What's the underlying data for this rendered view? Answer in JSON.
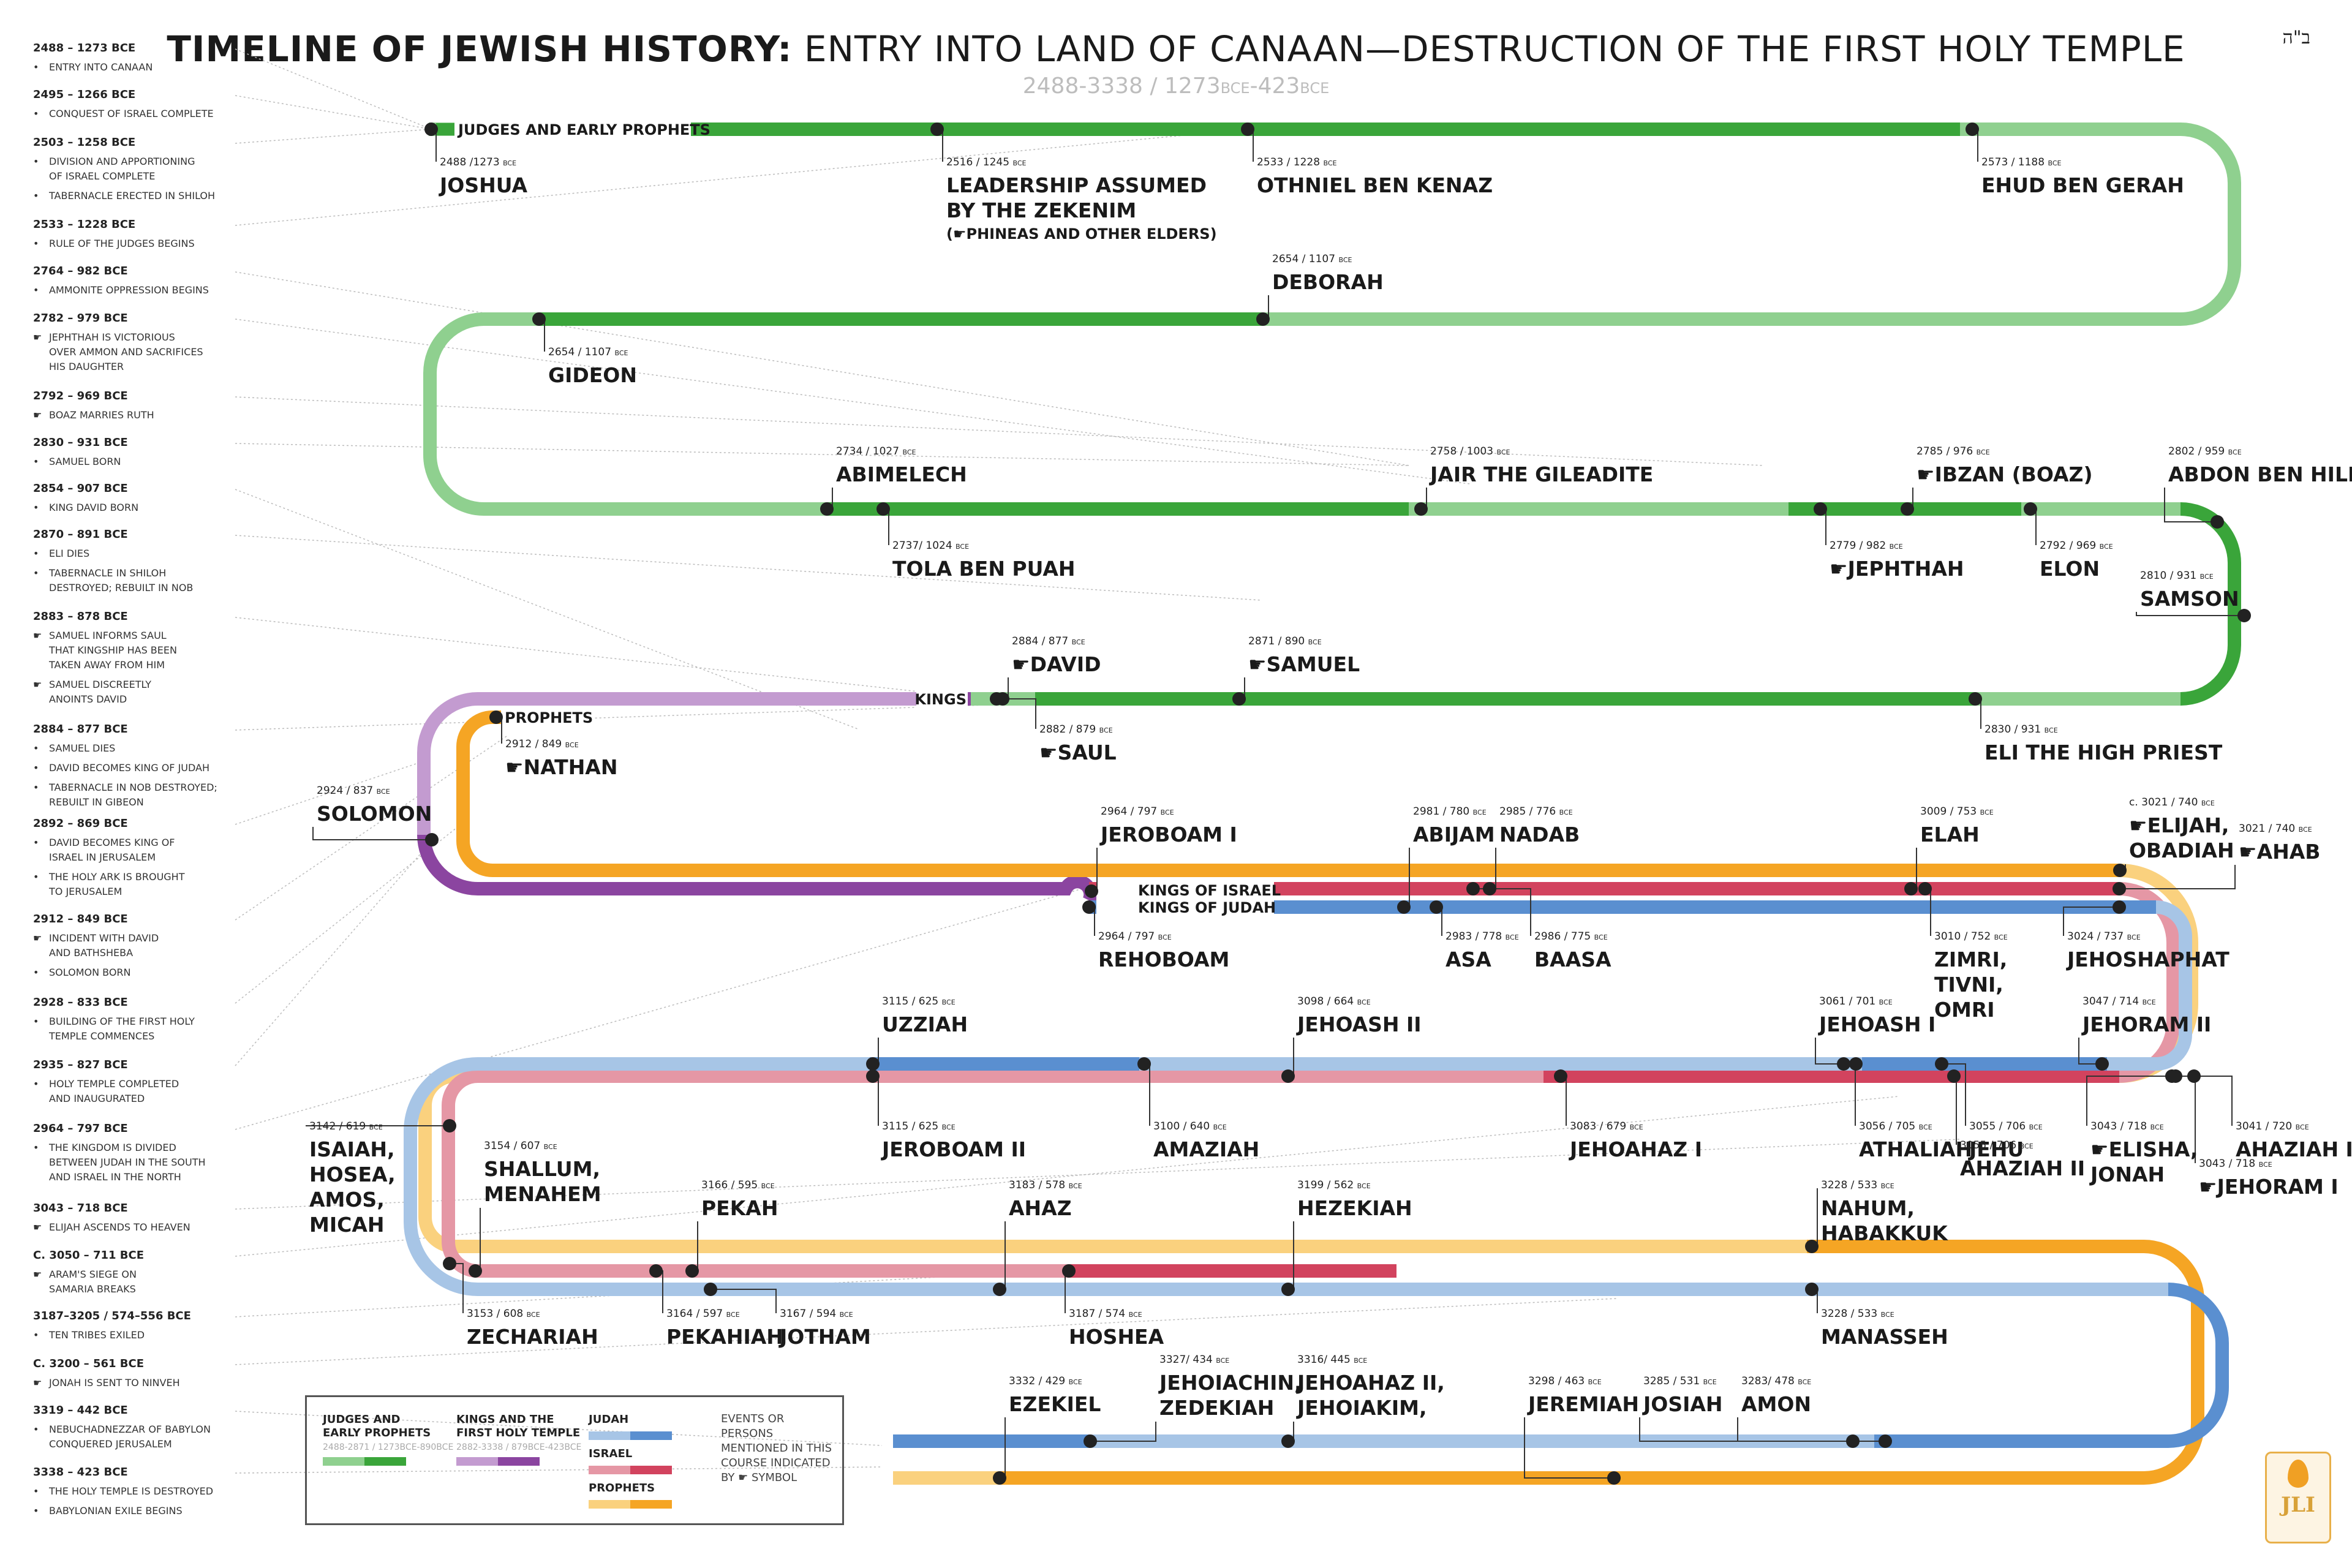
{
  "title": {
    "bold": "TIMELINE OF JEWISH HISTORY:",
    "rest": " ENTRY INTO LAND OF CANAAN—DESTRUCTION OF THE FIRST HOLY TEMPLE"
  },
  "subtitle": {
    "hebrew_years": "2488-3338",
    "sep": " / ",
    "ce_a": "1273",
    "ce_a_unit": "BCE",
    "dash": "-",
    "ce_b": "423",
    "ce_b_unit": "BCE"
  },
  "bh_mark": "ב\"ה",
  "logo_text": "JLI",
  "colors": {
    "judges_light": "#8fd08f",
    "judges_dark": "#3aa53a",
    "kings_light": "#c39bd0",
    "kings_dark": "#8b45a0",
    "judah_light": "#a7c5e6",
    "judah_dark": "#5a8fd0",
    "israel_light": "#e597a5",
    "israel_dark": "#d2435e",
    "prophets_light": "#fad17e",
    "prophets_dark": "#f5a524",
    "dot": "#222222",
    "ink": "#1a1a1a",
    "guide": "#bbbbbb"
  },
  "track_labels": {
    "judges": "JUDGES AND EARLY PROPHETS",
    "kings": "KINGS",
    "prophets": "PROPHETS",
    "israel": "KINGS OF ISRAEL",
    "judah": "KINGS OF JUDAH"
  },
  "sidebar": [
    {
      "date": "2488 – 1273 BCE",
      "items": [
        {
          "text": "ENTRY INTO CANAAN",
          "hand": false
        }
      ]
    },
    {
      "date": "2495 – 1266 BCE",
      "items": [
        {
          "text": "CONQUEST OF ISRAEL COMPLETE",
          "hand": false
        }
      ]
    },
    {
      "date": "2503 – 1258 BCE",
      "items": [
        {
          "text": "DIVISION AND APPORTIONING\nOF ISRAEL COMPLETE",
          "hand": false
        },
        {
          "text": "TABERNACLE ERECTED IN SHILOH",
          "hand": false
        }
      ]
    },
    {
      "date": "2533 – 1228 BCE",
      "items": [
        {
          "text": "RULE OF THE JUDGES BEGINS",
          "hand": false
        }
      ]
    },
    {
      "date": "2764 – 982 BCE",
      "items": [
        {
          "text": "AMMONITE OPPRESSION BEGINS",
          "hand": false
        }
      ]
    },
    {
      "date": "2782 – 979 BCE",
      "items": [
        {
          "text": "JEPHTHAH IS VICTORIOUS\nOVER AMMON AND SACRIFICES\nHIS DAUGHTER",
          "hand": true
        }
      ]
    },
    {
      "date": "2792 – 969 BCE",
      "items": [
        {
          "text": "BOAZ MARRIES RUTH",
          "hand": true
        }
      ]
    },
    {
      "date": "2830 – 931 BCE",
      "items": [
        {
          "text": "SAMUEL  BORN",
          "hand": false
        }
      ]
    },
    {
      "date": "2854 – 907 BCE",
      "items": [
        {
          "text": "KING DAVID BORN",
          "hand": false
        }
      ]
    },
    {
      "date": "2870 – 891 BCE",
      "items": [
        {
          "text": "ELI DIES",
          "hand": false
        },
        {
          "text": "TABERNACLE IN SHILOH\nDESTROYED; REBUILT IN NOB",
          "hand": false
        }
      ]
    },
    {
      "date": "2883 – 878 BCE",
      "items": [
        {
          "text": "SAMUEL INFORMS SAUL\nTHAT KINGSHIP HAS BEEN\nTAKEN AWAY FROM HIM",
          "hand": true
        },
        {
          "text": "SAMUEL DISCREETLY\nANOINTS DAVID",
          "hand": true
        }
      ]
    },
    {
      "date": "2884 – 877 BCE",
      "items": [
        {
          "text": "SAMUEL DIES",
          "hand": false
        },
        {
          "text": "DAVID BECOMES KING OF JUDAH",
          "hand": false
        },
        {
          "text": "TABERNACLE IN NOB DESTROYED;\nREBUILT IN GIBEON",
          "hand": false
        }
      ]
    },
    {
      "date": "2892 – 869 BCE",
      "items": [
        {
          "text": "DAVID BECOMES KING OF\nISRAEL IN JERUSALEM",
          "hand": false
        },
        {
          "text": "THE HOLY ARK IS BROUGHT\nTO JERUSALEM",
          "hand": false
        }
      ]
    },
    {
      "date": "2912 – 849 BCE",
      "items": [
        {
          "text": "INCIDENT WITH DAVID\nAND BATHSHEBA",
          "hand": true
        },
        {
          "text": "SOLOMON BORN",
          "hand": false
        }
      ]
    },
    {
      "date": "2928 – 833 BCE",
      "items": [
        {
          "text": "BUILDING OF THE FIRST HOLY\nTEMPLE COMMENCES",
          "hand": false
        }
      ]
    },
    {
      "date": "2935 – 827 BCE",
      "items": [
        {
          "text": "HOLY TEMPLE COMPLETED\nAND INAUGURATED",
          "hand": false
        }
      ]
    },
    {
      "date": "2964 – 797 BCE",
      "items": [
        {
          "text": "THE KINGDOM IS DIVIDED\nBETWEEN JUDAH IN THE SOUTH\nAND ISRAEL IN THE NORTH",
          "hand": false
        }
      ]
    },
    {
      "date": "3043 – 718 BCE",
      "items": [
        {
          "text": "ELIJAH ASCENDS TO HEAVEN",
          "hand": true
        }
      ]
    },
    {
      "date": "C. 3050 – 711 BCE",
      "items": [
        {
          "text": "ARAM'S SIEGE ON\nSAMARIA BREAKS",
          "hand": true
        }
      ]
    },
    {
      "date": "3187–3205 / 574–556 BCE",
      "items": [
        {
          "text": "TEN TRIBES EXILED",
          "hand": false
        }
      ]
    },
    {
      "date": "C. 3200 – 561 BCE",
      "items": [
        {
          "text": "JONAH IS SENT TO NINVEH",
          "hand": true
        }
      ]
    },
    {
      "date": "3319 – 442 BCE",
      "items": [
        {
          "text": "NEBUCHADNEZZAR OF BABYLON\nCONQUERED JERUSALEM",
          "hand": false
        }
      ]
    },
    {
      "date": "3338 – 423 BCE",
      "items": [
        {
          "text": "THE HOLY TEMPLE IS DESTROYED",
          "hand": false
        },
        {
          "text": "BABYLONIAN EXILE BEGINS",
          "hand": false
        }
      ]
    }
  ],
  "events": [
    {
      "date": "2488 /1273",
      "unit": "BCE",
      "name": "JOSHUA",
      "hand": false
    },
    {
      "date": "2516 / 1245",
      "unit": "BCE",
      "name": "LEADERSHIP ASSUMED\nBY THE ZEKENIM",
      "note": "(☛PHINEAS AND OTHER ELDERS)",
      "hand": false
    },
    {
      "date": "2533 / 1228",
      "unit": "BCE",
      "name": "OTHNIEL BEN KENAZ",
      "hand": false
    },
    {
      "date": "2573 / 1188",
      "unit": "BCE",
      "name": "EHUD BEN GERAH",
      "hand": false
    },
    {
      "date": "2654 / 1107",
      "unit": "BCE",
      "name": "DEBORAH",
      "hand": false
    },
    {
      "date": "2654 / 1107",
      "unit": "BCE",
      "name": "GIDEON",
      "hand": false
    },
    {
      "date": "2734 / 1027",
      "unit": "BCE",
      "name": "ABIMELECH",
      "hand": false
    },
    {
      "date": "2758 / 1003",
      "unit": "BCE",
      "name": "JAIR THE GILEADITE",
      "hand": false
    },
    {
      "date": "2785 / 976",
      "unit": "BCE",
      "name": "IBZAN (BOAZ)",
      "hand": true
    },
    {
      "date": "2802 / 959",
      "unit": "BCE",
      "name": "ABDON BEN HILLEL",
      "hand": false
    },
    {
      "date": "2737/ 1024",
      "unit": "BCE",
      "name": "TOLA BEN PUAH",
      "hand": false
    },
    {
      "date": "2779 / 982",
      "unit": "BCE",
      "name": "JEPHTHAH",
      "hand": true
    },
    {
      "date": "2792 / 969",
      "unit": "BCE",
      "name": "ELON",
      "hand": false
    },
    {
      "date": "2810 / 931",
      "unit": "BCE",
      "name": "SAMSON",
      "hand": false
    },
    {
      "date": "2884 / 877",
      "unit": "BCE",
      "name": "DAVID",
      "hand": true
    },
    {
      "date": "2871 / 890",
      "unit": "BCE",
      "name": "SAMUEL",
      "hand": true
    },
    {
      "date": "2882 / 879",
      "unit": "BCE",
      "name": "SAUL",
      "hand": true
    },
    {
      "date": "2830 / 931",
      "unit": "BCE",
      "name": "ELI THE HIGH PRIEST",
      "hand": false
    },
    {
      "date": "2912 / 849",
      "unit": "BCE",
      "name": "NATHAN",
      "hand": true
    },
    {
      "date": "2924 / 837",
      "unit": "BCE",
      "name": "SOLOMON",
      "hand": false
    },
    {
      "date": "2964 / 797",
      "unit": "BCE",
      "name": "JEROBOAM I",
      "hand": false
    },
    {
      "date": "2981 / 780",
      "unit": "BCE",
      "name": "ABIJAM",
      "hand": false
    },
    {
      "date": "2985 / 776",
      "unit": "BCE",
      "name": "NADAB",
      "hand": false
    },
    {
      "date": "3009 / 753",
      "unit": "BCE",
      "name": "ELAH",
      "hand": false
    },
    {
      "date": "c. 3021 / 740",
      "unit": "BCE",
      "name": "ELIJAH,\nOBADIAH",
      "hand": true
    },
    {
      "date": "3021 / 740",
      "unit": "BCE",
      "name": "AHAB",
      "hand": true
    },
    {
      "date": "2964 / 797",
      "unit": "BCE",
      "name": "REHOBOAM",
      "hand": false
    },
    {
      "date": "2983 / 778",
      "unit": "BCE",
      "name": "ASA",
      "hand": false
    },
    {
      "date": "2986 / 775",
      "unit": "BCE",
      "name": "BAASA",
      "hand": false
    },
    {
      "date": "3010 / 752",
      "unit": "BCE",
      "name": "ZIMRI,\nTIVNI,\nOMRI",
      "hand": false
    },
    {
      "date": "3024 / 737",
      "unit": "BCE",
      "name": "JEHOSHAPHAT",
      "hand": false
    },
    {
      "date": "3115 / 625",
      "unit": "BCE",
      "name": "UZZIAH",
      "hand": false
    },
    {
      "date": "3098 / 664",
      "unit": "BCE",
      "name": "JEHOASH II",
      "hand": false
    },
    {
      "date": "3061 / 701",
      "unit": "BCE",
      "name": "JEHOASH I",
      "hand": false
    },
    {
      "date": "3047 / 714",
      "unit": "BCE",
      "name": "JEHORAM II",
      "hand": false
    },
    {
      "date": "3115 / 625",
      "unit": "BCE",
      "name": "JEROBOAM II",
      "hand": false
    },
    {
      "date": "3100 / 640",
      "unit": "BCE",
      "name": "AMAZIAH",
      "hand": false
    },
    {
      "date": "3083 / 679",
      "unit": "BCE",
      "name": "JEHOAHAZ I",
      "hand": false
    },
    {
      "date": "3056 / 705",
      "unit": "BCE",
      "name": "ATHALIAH",
      "hand": false
    },
    {
      "date": "3055 / 706",
      "unit": "BCE",
      "name": "JEHU",
      "hand": false
    },
    {
      "date": "3055 / 706",
      "unit": "BCE",
      "name": "AHAZIAH II",
      "hand": false
    },
    {
      "date": "3043 / 718",
      "unit": "BCE",
      "name": "ELISHA,\nJONAH",
      "hand": true
    },
    {
      "date": "3041 / 720",
      "unit": "BCE",
      "name": "AHAZIAH I",
      "hand": false
    },
    {
      "date": "3043 / 718",
      "unit": "BCE",
      "name": "JEHORAM I",
      "hand": true
    },
    {
      "date": "3142 / 619",
      "unit": "BCE",
      "name": "ISAIAH,\nHOSEA,\nAMOS,\nMICAH",
      "hand": false
    },
    {
      "date": "3154 / 607",
      "unit": "BCE",
      "name": "SHALLUM,\nMENAHEM",
      "hand": false
    },
    {
      "date": "3166 / 595",
      "unit": "BCE",
      "name": "PEKAH",
      "hand": false
    },
    {
      "date": "3183 / 578",
      "unit": "BCE",
      "name": "AHAZ",
      "hand": false
    },
    {
      "date": "3199 / 562",
      "unit": "BCE",
      "name": "HEZEKIAH",
      "hand": false
    },
    {
      "date": "3228 / 533",
      "unit": "BCE",
      "name": "NAHUM,\nHABAKKUK",
      "hand": false
    },
    {
      "date": "3153 / 608",
      "unit": "BCE",
      "name": "ZECHARIAH",
      "hand": false
    },
    {
      "date": "3164 / 597",
      "unit": "BCE",
      "name": "PEKAHIAH",
      "hand": false
    },
    {
      "date": "3167 / 594",
      "unit": "BCE",
      "name": "JOTHAM",
      "hand": false
    },
    {
      "date": "3187 / 574",
      "unit": "BCE",
      "name": "HOSHEA",
      "hand": false
    },
    {
      "date": "3228 / 533",
      "unit": "BCE",
      "name": "MANASSEH",
      "hand": false
    },
    {
      "date": "3332 / 429",
      "unit": "BCE",
      "name": "EZEKIEL",
      "hand": false
    },
    {
      "date": "3327/ 434",
      "unit": "BCE",
      "name": "JEHOIACHIN,\nZEDEKIAH",
      "hand": false
    },
    {
      "date": "3316/ 445",
      "unit": "BCE",
      "name": "JEHOAHAZ II,\nJEHOIAKIM,",
      "hand": false
    },
    {
      "date": "3298 / 463",
      "unit": "BCE",
      "name": "JEREMIAH",
      "hand": false
    },
    {
      "date": "3285 / 531",
      "unit": "BCE",
      "name": "JOSIAH",
      "hand": false
    },
    {
      "date": "3283/ 478",
      "unit": "BCE",
      "name": "AMON",
      "hand": false
    }
  ],
  "legend": {
    "judges": {
      "title": "JUDGES AND\nEARLY PROPHETS",
      "range": "2488-2871 / 1273BCE-890BCE"
    },
    "kings": {
      "title": "KINGS AND THE\nFIRST HOLY TEMPLE",
      "range": "2882-3338 / 879BCE-423BCE"
    },
    "judah": {
      "title": "JUDAH"
    },
    "israel": {
      "title": "ISRAEL"
    },
    "prophets": {
      "title": "PROPHETS"
    },
    "note": "EVENTS OR PERSONS\nMENTIONED IN THIS\nCOURSE INDICATED\nBY ☛ SYMBOL"
  }
}
